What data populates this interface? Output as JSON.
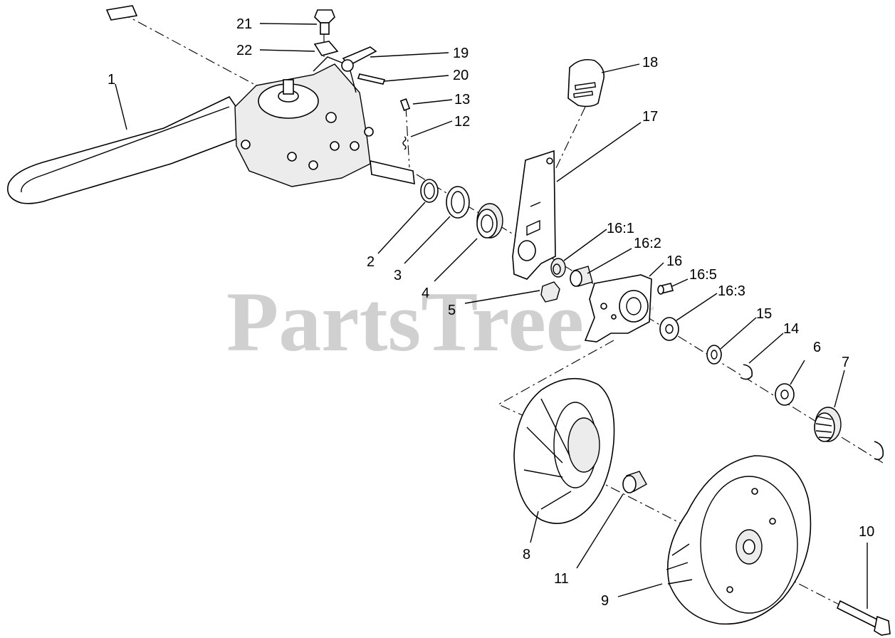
{
  "watermark": {
    "text": "PartsTree",
    "trademark": "™"
  },
  "callouts": [
    {
      "id": "c1",
      "label": "1"
    },
    {
      "id": "c2",
      "label": "2"
    },
    {
      "id": "c3",
      "label": "3"
    },
    {
      "id": "c4",
      "label": "4"
    },
    {
      "id": "c5",
      "label": "5"
    },
    {
      "id": "c6",
      "label": "6"
    },
    {
      "id": "c7",
      "label": "7"
    },
    {
      "id": "c8",
      "label": "8"
    },
    {
      "id": "c9",
      "label": "9"
    },
    {
      "id": "c10",
      "label": "10"
    },
    {
      "id": "c11",
      "label": "11"
    },
    {
      "id": "c12",
      "label": "12"
    },
    {
      "id": "c13",
      "label": "13"
    },
    {
      "id": "c14",
      "label": "14"
    },
    {
      "id": "c15",
      "label": "15"
    },
    {
      "id": "c16",
      "label": "16"
    },
    {
      "id": "c16-1",
      "label": "16:1"
    },
    {
      "id": "c16-2",
      "label": "16:2"
    },
    {
      "id": "c16-3",
      "label": "16:3"
    },
    {
      "id": "c16-5",
      "label": "16:5"
    },
    {
      "id": "c17",
      "label": "17"
    },
    {
      "id": "c18",
      "label": "18"
    },
    {
      "id": "c19",
      "label": "19"
    },
    {
      "id": "c20",
      "label": "20"
    },
    {
      "id": "c21",
      "label": "21"
    },
    {
      "id": "c22",
      "label": "22"
    }
  ]
}
